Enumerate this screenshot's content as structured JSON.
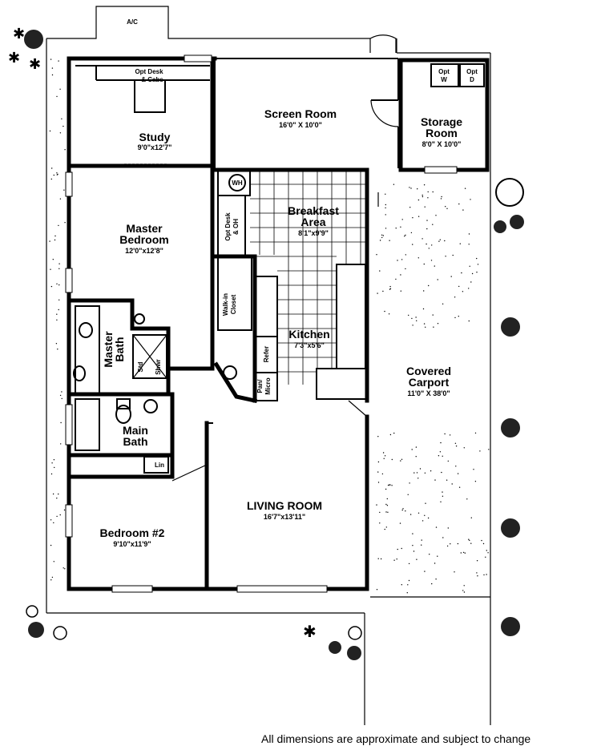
{
  "rooms": {
    "ac": "A/C",
    "opt_desk": "Opt Desk",
    "cabs": "& Cabs",
    "study": "Study",
    "study_dim": "9'0\"x12'7\"",
    "screen_room": "Screen Room",
    "screen_room_dim": "16'0\" X 10'0\"",
    "opt_w": "Opt\nW",
    "opt_w_a": "Opt",
    "opt_w_b": "W",
    "opt_d_a": "Opt",
    "opt_d_b": "D",
    "storage_a": "Storage",
    "storage_b": "Room",
    "storage_dim": "8'0\" X 10'0\"",
    "wh": "WH",
    "breakfast_a": "Breakfast",
    "breakfast_b": "Area",
    "breakfast_dim": "8'1\"x9'9\"",
    "opt_desk_oh_a": "Opt Desk",
    "opt_desk_oh_b": "& OH",
    "master_bedroom_a": "Master",
    "master_bedroom_b": "Bedroom",
    "master_bedroom_dim": "12'0\"x12'8\"",
    "walk_in_a": "Walk-in",
    "walk_in_b": "Closet",
    "kitchen": "Kitchen",
    "kitchen_dim": "7'3\"x5'6\"",
    "refer": "Refer",
    "pan_a": "Pan/",
    "pan_b": "Micro",
    "master_bath_a": "Master",
    "master_bath_b": "Bath",
    "std": "Std",
    "shwr": "Shwr",
    "main_bath_a": "Main",
    "main_bath_b": "Bath",
    "lin": "Lin",
    "covered_carport_a": "Covered",
    "covered_carport_b": "Carport",
    "carport_dim": "11'0\" X 38'0\"",
    "living_room": "LIVING ROOM",
    "living_room_dim": "16'7\"x13'11\"",
    "bedroom2": "Bedroom #2",
    "bedroom2_dim": "9'10\"x11'9\""
  },
  "footnote": "All dimensions are approximate and subject to change"
}
